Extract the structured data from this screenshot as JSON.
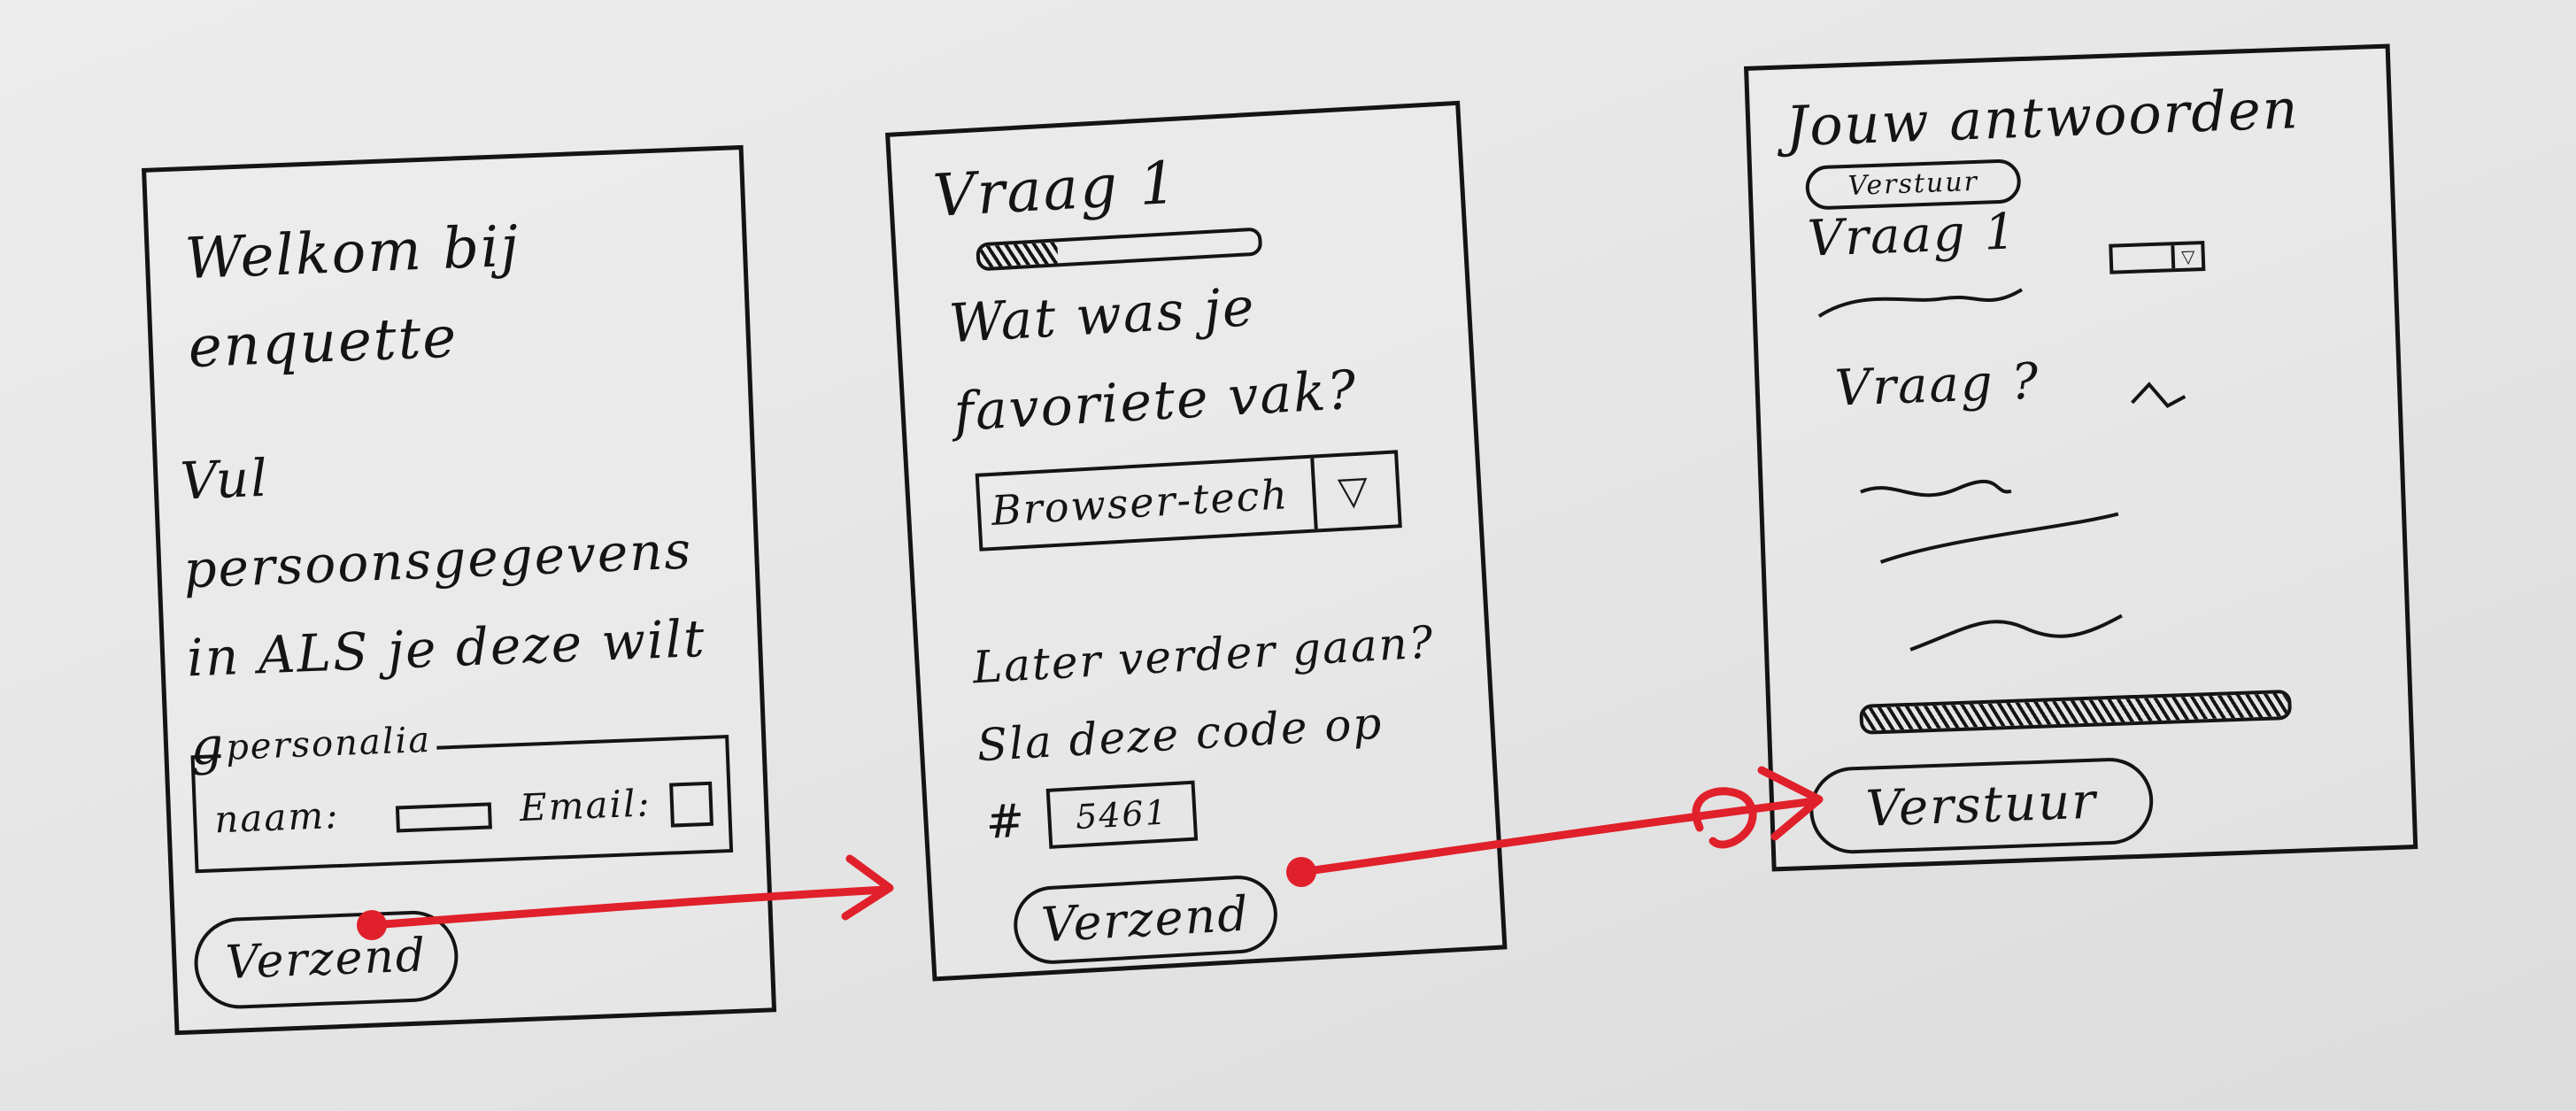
{
  "screen1": {
    "title": "Welkom bij enquette",
    "instruction": "Vul persoonsgegevens in ALS je deze wilt geven",
    "fieldset_legend": "personalia",
    "name_label": "naam:",
    "email_label": "Email:",
    "submit_label": "Verzend"
  },
  "screen2": {
    "title": "Vraag 1",
    "question": "Wat was je favoriete vak?",
    "select_value": "Browser-tech",
    "later_text": "Later verder gaan? Sla deze code op",
    "code_prefix": "#",
    "code_value": "5461",
    "submit_label": "Verzend"
  },
  "screen3": {
    "title": "Jouw antwoorden",
    "top_button_label": "Verstuur",
    "question1_label": "Vraag 1",
    "question2_label": "Vraag ?",
    "submit_label": "Verstuur"
  },
  "colors": {
    "ink": "#141414",
    "arrow": "#e0202a",
    "paper": "#e8e8e8"
  }
}
